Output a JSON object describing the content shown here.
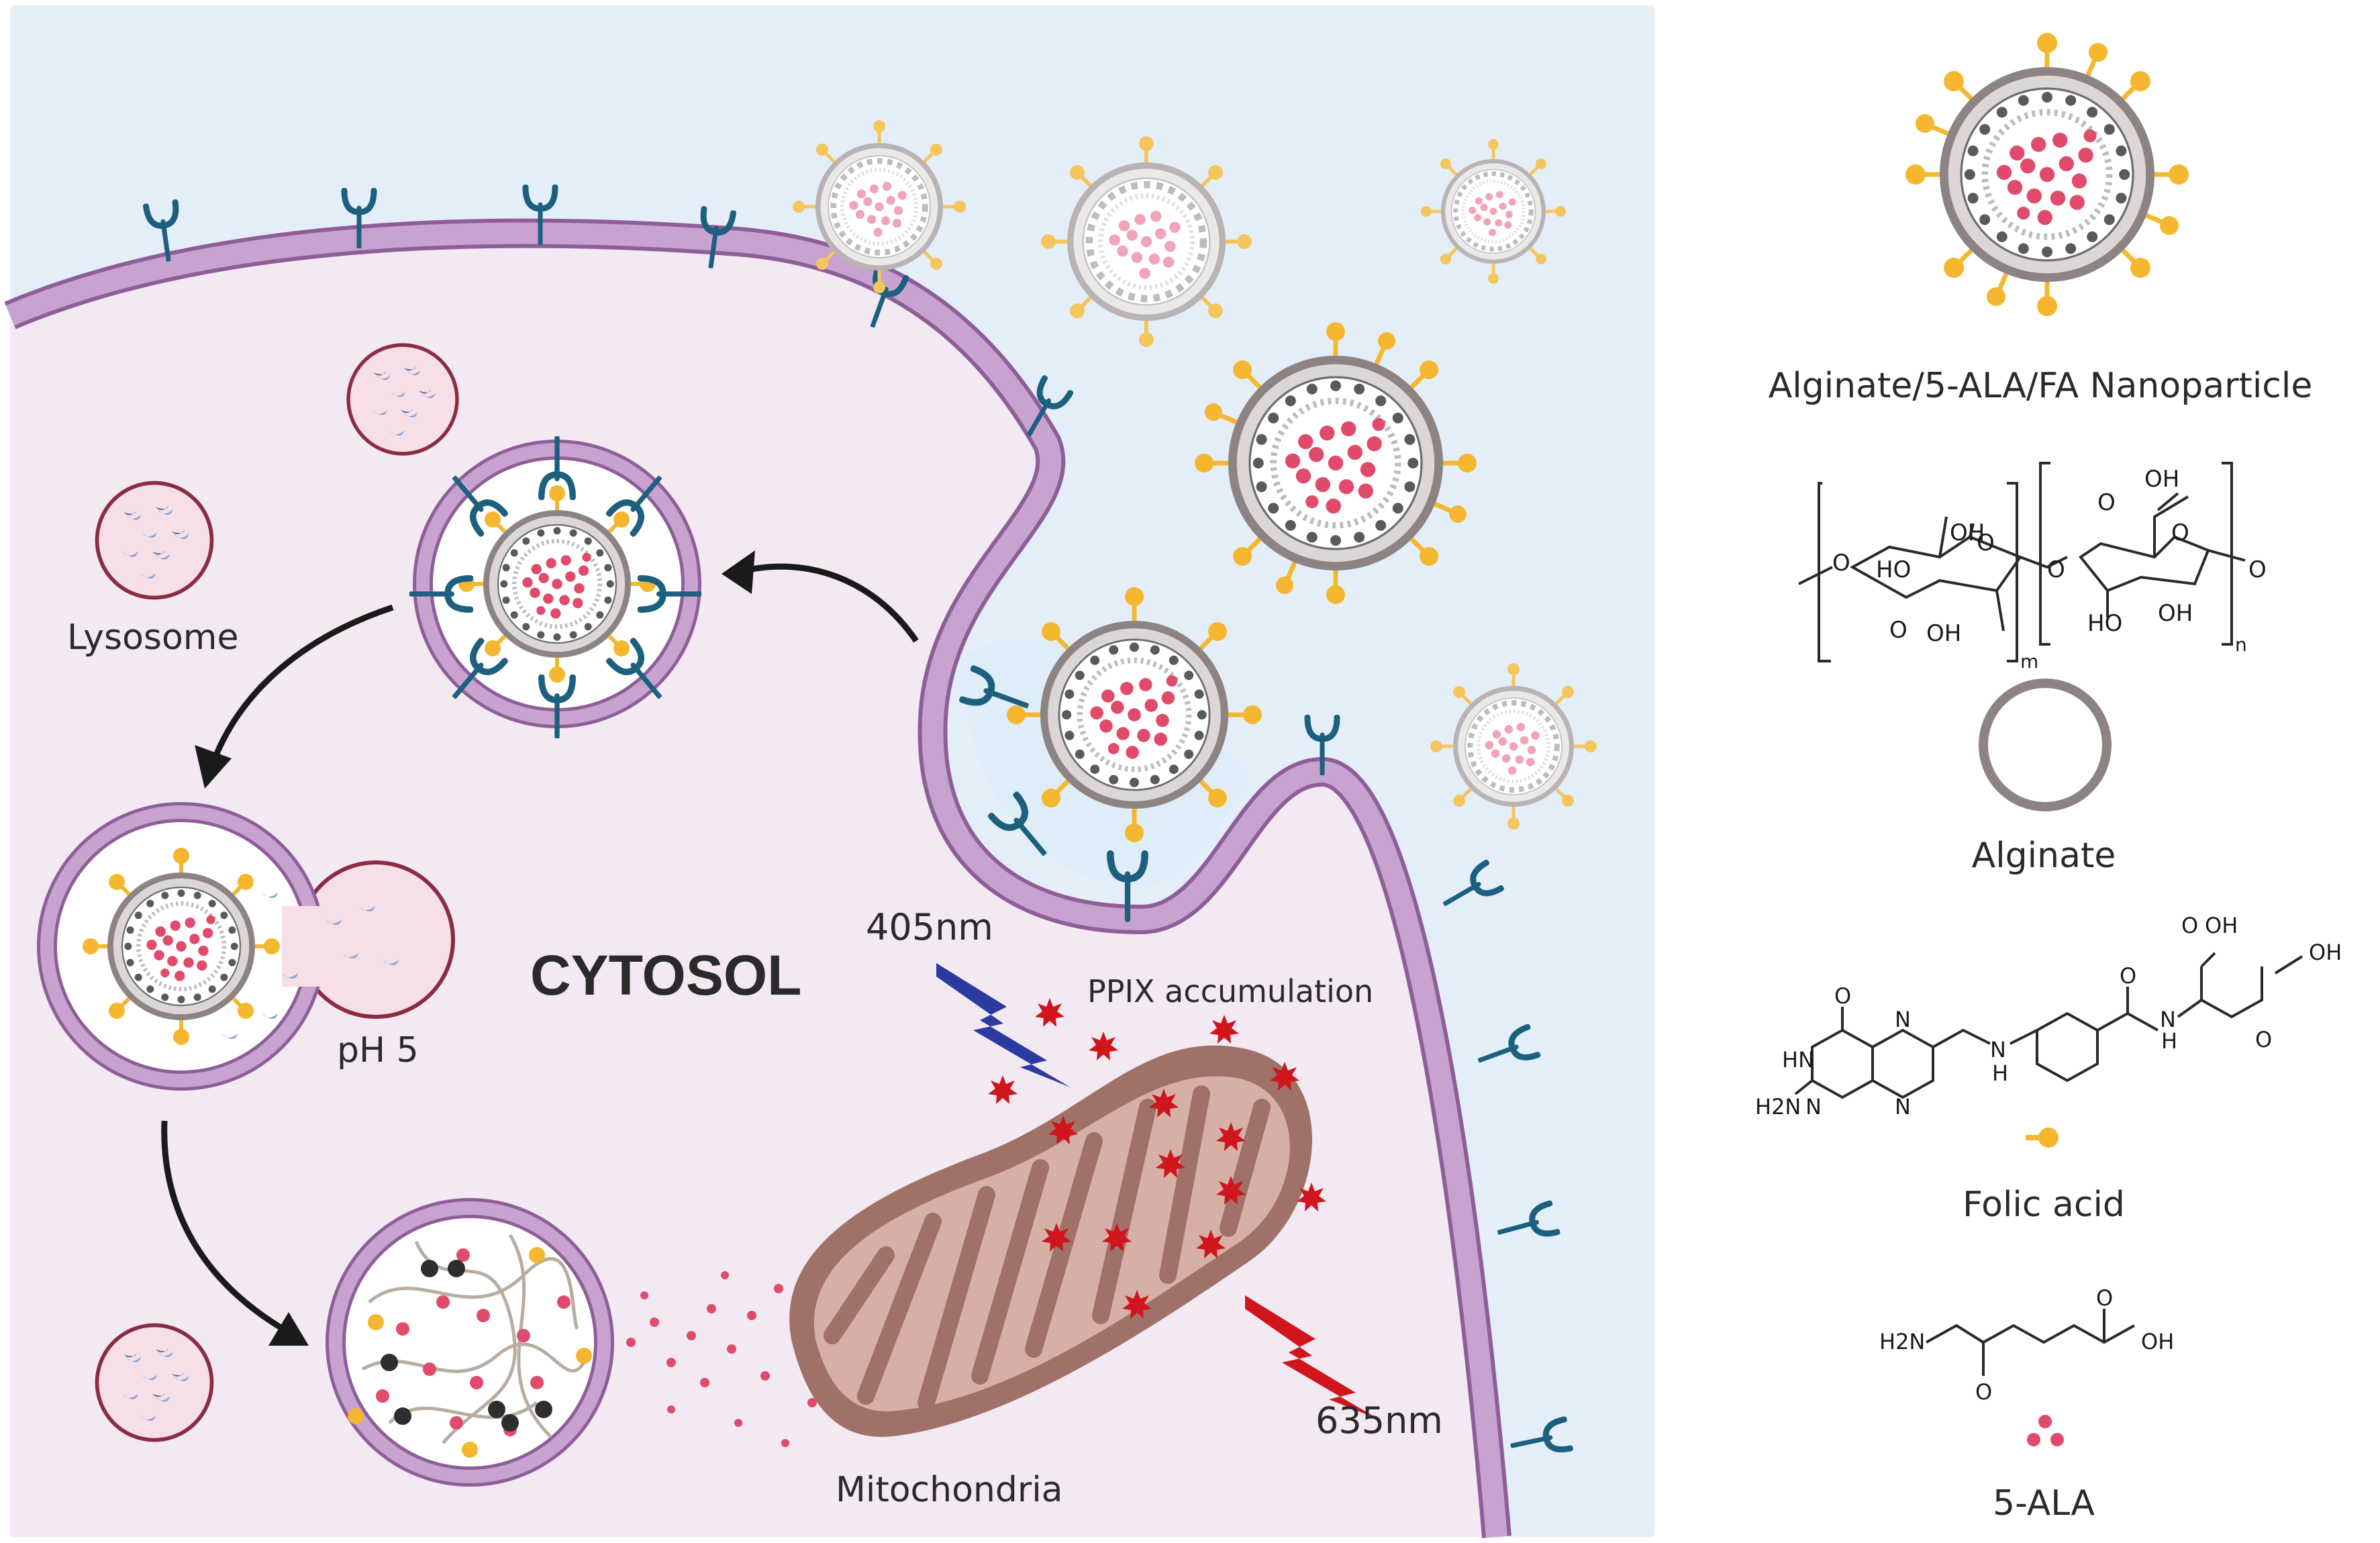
{
  "labels": {
    "lysosome": "Lysosome",
    "cytosol": "CYTOSOL",
    "ph": "pH 5",
    "wl405": "405nm",
    "wl635": "635nm",
    "ppix": "PPIX accumulation",
    "mito": "Mitochondria"
  },
  "legend": {
    "nanoparticle": "Alginate/5-ALA/FA Nanoparticle",
    "alginate": "Alginate",
    "folic": "Folic acid",
    "ala": "5-ALA",
    "alg_chem": {
      "oh1": "OH",
      "oh2": "OH",
      "ho1": "HO",
      "ho2": "HO",
      "o_ring1": "O",
      "o_ring2": "O",
      "o_link": "O",
      "o_left": "O",
      "o_right": "O",
      "c_o1": "O",
      "c_o2": "O",
      "oh3": "OH",
      "oh4": "OH",
      "m": "m",
      "n": "n"
    },
    "folic_chem": {
      "o_top": "O",
      "hn": "HN",
      "h2n": "H2N",
      "n1": "N",
      "n2": "N",
      "n3": "N",
      "n4": "N",
      "nh_link": "H",
      "n_link": "N",
      "o_amide": "O",
      "nh_amide": "N",
      "h_amide": "H",
      "oh_top": "OH",
      "o_top2": "O",
      "oh_right": "OH",
      "o_right": "O"
    },
    "ala_chem": {
      "h2n": "H2N",
      "oh": "OH",
      "o1": "O",
      "o2": "O"
    }
  },
  "colors": {
    "background": "#e4eef9",
    "cytosol": "#f2e9f2",
    "membrane": "#c9a3cf",
    "membrane_edge": "#8e5e99",
    "receptor": "#1c5f7f",
    "folate": "#f5b72f",
    "ala_dot": "#e04b6b",
    "ppix": "#d0151c",
    "mito_outer": "#9f7168",
    "mito_inner": "#d6b0a6",
    "laser405": "#2b3aa0",
    "laser635": "#d0151c",
    "lysosome_fill": "#f4dbe3",
    "lysosome_edge": "#8a2c43",
    "enzyme": "#8da5d6"
  }
}
